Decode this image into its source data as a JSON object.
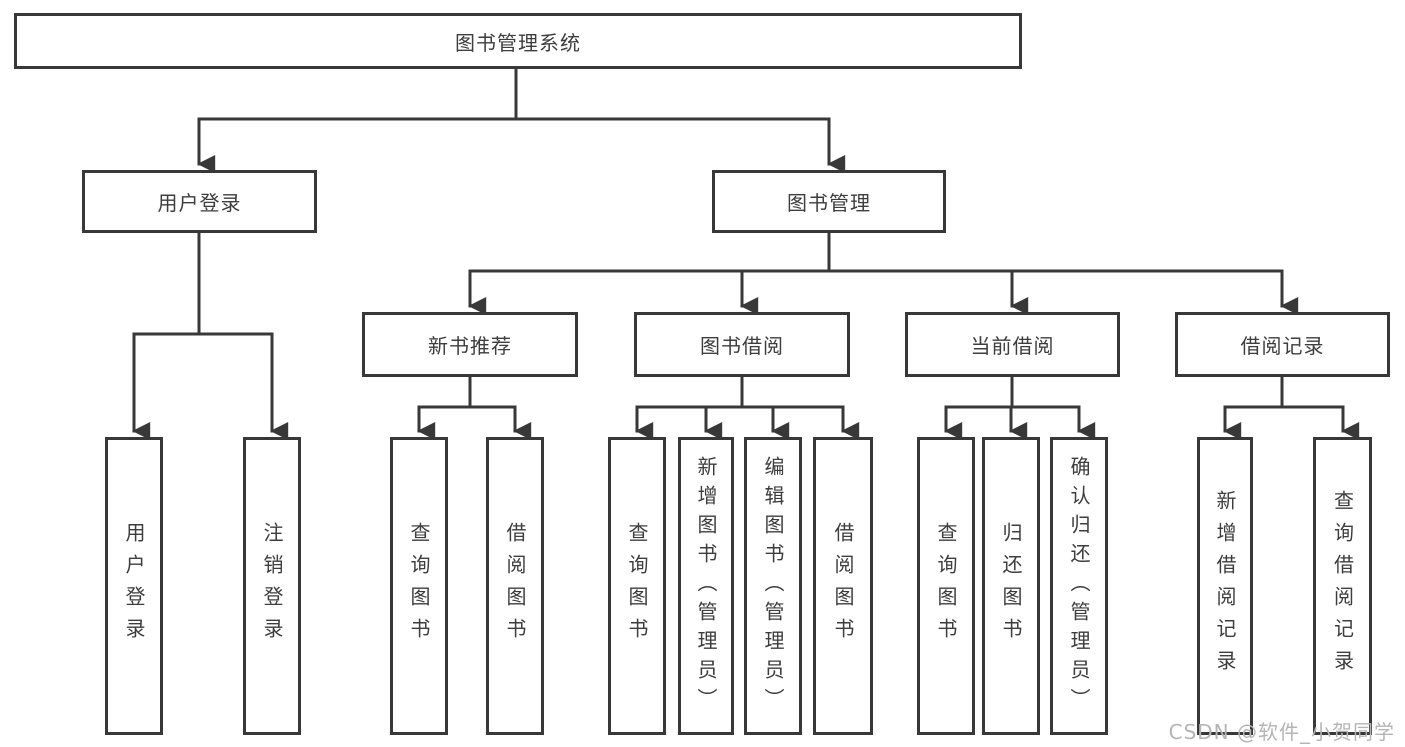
{
  "nodes": {
    "root": {
      "label": "图书管理系统"
    },
    "user_login": {
      "label": "用户登录"
    },
    "book_management": {
      "label": "图书管理"
    },
    "new_book_recommendation": {
      "label": "新书推荐"
    },
    "book_borrowing": {
      "label": "图书借阅"
    },
    "current_borrowing": {
      "label": "当前借阅"
    },
    "borrowing_records": {
      "label": "借阅记录"
    },
    "leaves": [
      {
        "label": "用户登录"
      },
      {
        "label": "注销登录"
      },
      {
        "label": "查询图书"
      },
      {
        "label": "借阅图书"
      },
      {
        "label": "查询图书"
      },
      {
        "label": "新增图书（管理员）"
      },
      {
        "label": "编辑图书（管理员）"
      },
      {
        "label": "借阅图书"
      },
      {
        "label": "查询图书"
      },
      {
        "label": "归还图书"
      },
      {
        "label": "确认归还（管理员）"
      },
      {
        "label": "新增借阅记录"
      },
      {
        "label": "查询借阅记录"
      }
    ]
  },
  "watermark": {
    "text": "CSDN @软件_小贺同学"
  },
  "colors": {
    "line": "#383838",
    "text": "#3d3d3d",
    "background": "#ffffff",
    "watermark": "#b5b5b5"
  }
}
